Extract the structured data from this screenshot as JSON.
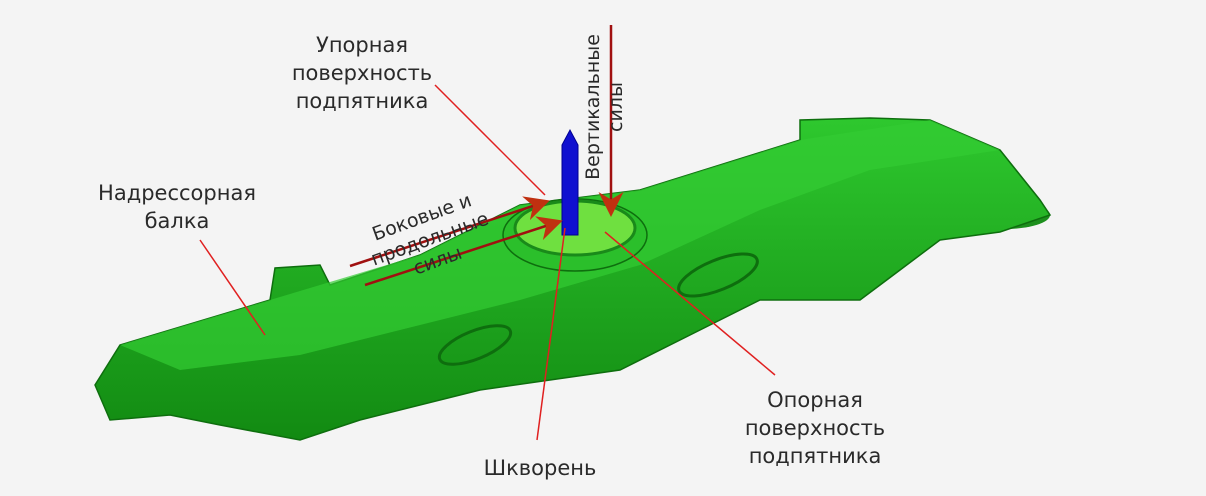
{
  "labels": {
    "thrust_surface": [
      "Упорная",
      "поверхность",
      "подпятника"
    ],
    "bolster_beam": [
      "Надрессорная",
      "балка"
    ],
    "kingpin": "Шкворень",
    "support_surface": [
      "Опорная",
      "поверхность",
      "подпятника"
    ],
    "lateral_forces": [
      "Боковые и",
      "продольные",
      "силы"
    ],
    "vertical_forces": [
      "Вертикальные",
      "силы"
    ]
  },
  "colors": {
    "beam": "#1faa1f",
    "bowl": "#6fe040",
    "pin": "#1010d0",
    "arrow": "#a01010",
    "leader": "#e02020"
  }
}
